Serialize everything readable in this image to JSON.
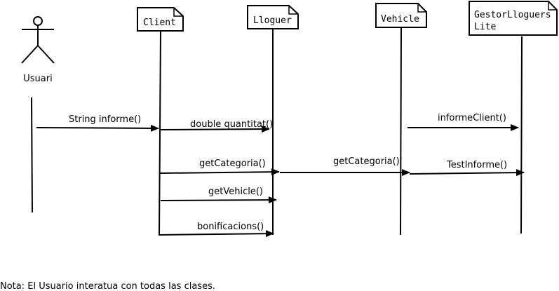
{
  "actor": {
    "label": "Usuari"
  },
  "objects": [
    {
      "name": "Client"
    },
    {
      "name": "Lloguer"
    },
    {
      "name": "Vehicle"
    },
    {
      "name_lines": [
        "GestorLloguers",
        "Lite"
      ]
    }
  ],
  "messages": [
    {
      "label": "String informe()"
    },
    {
      "label": "double quantitat()"
    },
    {
      "label": "getCategoria()"
    },
    {
      "label": "getVehicle()"
    },
    {
      "label": "bonificacions()"
    },
    {
      "label": "getCategoria()"
    },
    {
      "label": "informeClient()"
    },
    {
      "label": "TestInforme()"
    }
  ],
  "note": "Nota: El Usuario interatua con todas las clases."
}
